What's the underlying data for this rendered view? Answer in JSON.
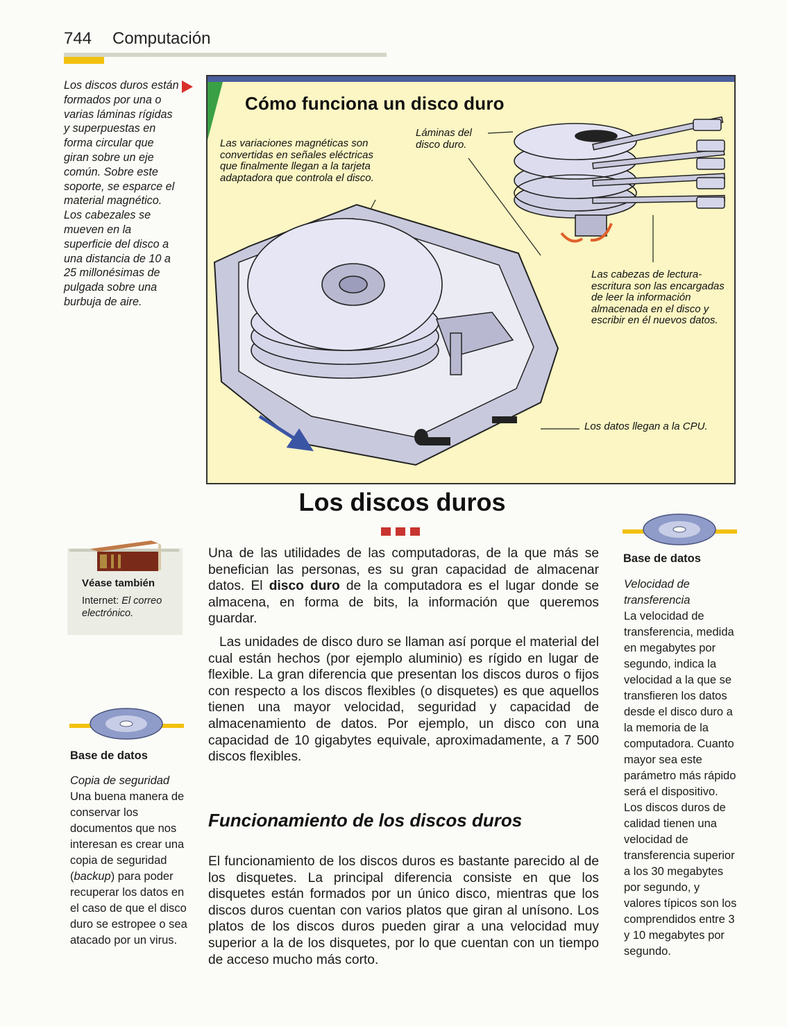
{
  "header": {
    "page_number": "744",
    "section": "Computación"
  },
  "side_note": "Los discos duros están formados por una o varias láminas rígidas y superpuestas en forma circular que giran sobre un eje común. Sobre este soporte, se esparce el material magnético. Los cabezales se mueven en la superficie del disco a una distancia de 10 a 25 millonésimas de pulgada sobre una burbuja de aire.",
  "figure": {
    "title": "Cómo funciona un disco duro",
    "note_magnetic": "Las variaciones magnéticas son convertidas en señales eléctricas que finalmente llegan a la tarjeta adaptadora que controla el disco.",
    "note_platters": "Láminas del disco duro.",
    "note_heads": "Las cabezas de lectura-escritura son las encargadas de leer la información almacenada en el disco y escribir en él nuevos datos.",
    "note_cpu": "Los datos llegan a la CPU."
  },
  "main": {
    "title": "Los discos duros",
    "p1_a": "Una de las utilidades de las computadoras, de la que más se benefician las personas, es su gran capacidad de almacenar datos. El ",
    "p1_bold": "disco duro",
    "p1_b": " de la computadora es el lugar donde se almacena, en forma de bits, la información que queremos guardar.",
    "p2": "Las unidades de disco duro se llaman así porque el material del cual están hechos (por ejemplo aluminio) es rígido en lugar de flexible. La gran diferencia que presentan los discos duros o fijos con respecto a los discos flexibles (o disquetes) es que aquellos tienen una mayor velocidad, seguridad y capacidad de almacenamiento de datos. Por ejemplo, un disco con una capacidad de 10 gigabytes equivale, aproximadamente, a 7 500 discos flexibles.",
    "subheading": "Funcionamiento de los discos duros",
    "p3": "El funcionamiento de los discos duros es bastante parecido al de los disquetes. La principal diferencia consiste en que los disquetes están formados por un único disco, mientras que los discos duros cuentan con varios platos que giran al unísono. Los platos de los discos duros pueden girar a una velocidad muy superior a la de los disquetes, por lo que cuentan con un tiempo de acceso mucho más corto."
  },
  "see_also": {
    "title": "Véase también",
    "prefix": "Internet: ",
    "link": "El correo electrónico."
  },
  "db_left": {
    "title": "Base de datos",
    "subtitle": "Copia de seguridad",
    "text_a": "Una buena manera de conservar los documentos que nos interesan es crear una copia de seguridad (",
    "text_italic": "backup",
    "text_b": ") para poder recuperar los datos en el caso de que el disco duro se estropee o sea atacado por un virus."
  },
  "db_right": {
    "title": "Base de datos",
    "subtitle": "Velocidad de transferencia",
    "text": "La velocidad de transferencia, medida en megabytes por segundo, indica la velocidad a la que se transfieren los datos desde el disco duro a la memoria de la computadora. Cuanto mayor sea este parámetro más rápido será el dispositivo. Los discos duros de calidad tienen una velocidad de transferencia superior a los 30 megabytes por segundo, y valores típicos son los comprendidos entre 3 y 10 megabytes por segundo."
  },
  "colors": {
    "accent_yellow": "#f2c10f",
    "accent_red": "#c8342f",
    "figure_bg": "#fbf6c3",
    "figure_bar": "#4b5f9e"
  }
}
